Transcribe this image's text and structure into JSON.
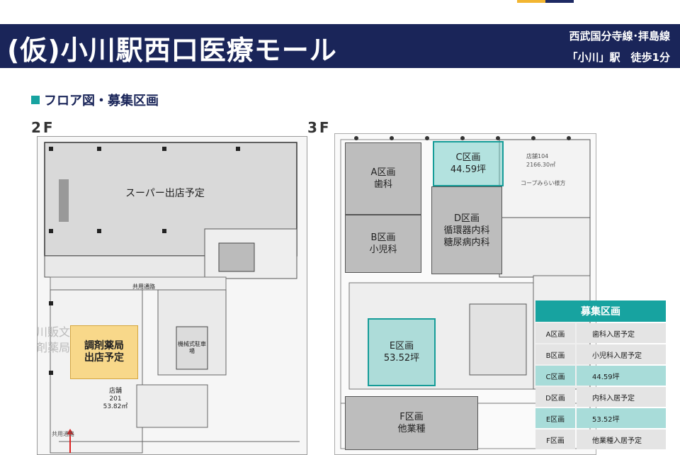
{
  "header": {
    "title": "(仮)小川駅西口医療モール",
    "line1": "西武国分寺線･拝島線",
    "line2": "「小川」駅　徒歩1分"
  },
  "section_title": "フロア図・募集区画",
  "floor2": {
    "label": "2F",
    "supermarket": "スーパー出店予定",
    "pharmacy_line1": "調剤薬局",
    "pharmacy_line2": "出店予定",
    "store_label": "店舗",
    "store_no": "201",
    "store_area": "53.82㎡",
    "common_corridor": "共用通路",
    "escalator": "機械式駐車場",
    "bg_text1": "川販文",
    "bg_text2": "剤薬局"
  },
  "floor3": {
    "label": "3F",
    "zones": [
      {
        "name": "A区画",
        "detail": "歯科"
      },
      {
        "name": "B区画",
        "detail": "小児科"
      },
      {
        "name": "C区画",
        "detail": "44.59坪"
      },
      {
        "name": "D区画",
        "detail1": "循環器内科",
        "detail2": "糖尿病内科"
      },
      {
        "name": "E区画",
        "detail": "53.52坪"
      },
      {
        "name": "F区画",
        "detail": "他業種"
      }
    ],
    "store104": "店舗104",
    "store104_area": "2166.30㎡",
    "store104_note": "コープみらい様方"
  },
  "legend": {
    "title": "募集区画",
    "rows": [
      {
        "zone": "A区画",
        "status": "歯科入居予定"
      },
      {
        "zone": "B区画",
        "status": "小児科入居予定"
      },
      {
        "zone": "C区画",
        "status": "44.59坪"
      },
      {
        "zone": "D区画",
        "status": "内科入居予定"
      },
      {
        "zone": "E区画",
        "status": "53.52坪"
      },
      {
        "zone": "F区画",
        "status": "他業種入居予定"
      }
    ]
  },
  "colors": {
    "navy": "#1a2559",
    "teal": "#17a3a0",
    "light_teal": "#a8dcd9",
    "yellow": "#f8d88a",
    "gray": "#bdbdbd"
  }
}
